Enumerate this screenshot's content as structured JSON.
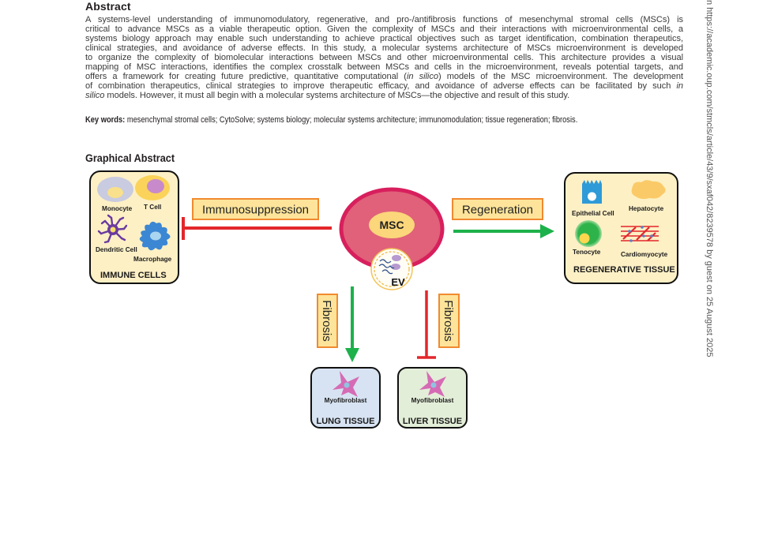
{
  "abstract": {
    "heading": "Abstract",
    "lines": [
      [
        "A systems-level understanding of immunomodulatory, regenerative, and pro-/antifibrosis functions of mesenchymal stromal cells (MSCs) is"
      ],
      [
        "critical to advance MSCs as a viable therapeutic option. Given the complexity of MSCs and their interactions with microenvironmental cells, a"
      ],
      [
        "systems biology approach may enable such understanding to achieve practical objectives such as target identification, combination therapeutics,"
      ],
      [
        "clinical strategies, and avoidance of adverse effects. In this study, a molecular systems architecture of MSCs microenvironment is developed"
      ],
      [
        "to organize the complexity of biomolecular interactions between MSCs and other microenvironmental cells. This architecture provides a visual"
      ],
      [
        "mapping of MSC interactions, identifies the complex crosstalk between MSCs and cells in the microenvironment, reveals potential targets, and"
      ],
      [
        "offers a framework for creating future predictive, quantitative computational (",
        "in silico",
        ") models of the MSC microenvironment. The development"
      ],
      [
        "of combination therapeutics, clinical strategies to improve therapeutic efficacy, and avoidance of adverse effects can be facilitated by such ",
        "in"
      ],
      [
        "",
        "silico",
        " models. However, it must all begin with a molecular systems architecture of MSCs—the objective and result of this study."
      ]
    ]
  },
  "keywords": {
    "label": "Key words:",
    "text": " mesenchymal stromal cells; CytoSolve; systems biology; molecular systems architecture; immunomodulation; tissue regeneration; fibrosis."
  },
  "graphical_abstract": {
    "heading": "Graphical Abstract",
    "center": {
      "label": "MSC",
      "vesicle_label": "EV"
    },
    "immune_cells": {
      "title": "IMMUNE CELLS",
      "cells": [
        "Monocyte",
        "T Cell",
        "Dendritic Cell",
        "Macrophage"
      ]
    },
    "regenerative_tissue": {
      "title": "REGENERATIVE TISSUE",
      "cells": [
        "Epithelial Cell",
        "Hepatocyte",
        "Tenocyte",
        "Cardiomyocyte"
      ]
    },
    "lung_tissue": {
      "title": "LUNG TISSUE",
      "cell": "Myofibroblast"
    },
    "liver_tissue": {
      "title": "LIVER TISSUE",
      "cell": "Myofibroblast"
    },
    "edges": {
      "immunosuppression": {
        "label": "Immunosuppression",
        "type": "inhibit"
      },
      "regeneration": {
        "label": "Regeneration",
        "type": "promote"
      },
      "lung_fibrosis": {
        "label": "Fibrosis",
        "type": "promote"
      },
      "liver_fibrosis": {
        "label": "Fibrosis",
        "type": "inhibit"
      }
    },
    "colors": {
      "promote": "#1db14b",
      "inhibit": "#e3262b",
      "msc_body": "#e06179",
      "msc_border": "#d81f5d",
      "label_box_fill": "#fde49a",
      "label_box_border": "#f08a30",
      "immune_panel": "#fdf0c5",
      "lung_panel": "#d7e3f2",
      "liver_panel": "#e3eed8"
    }
  },
  "side_note": "n https://academic.oup.com/stmcls/article/43/9/sxaf042/8239578 by guest on 25 August 2025"
}
